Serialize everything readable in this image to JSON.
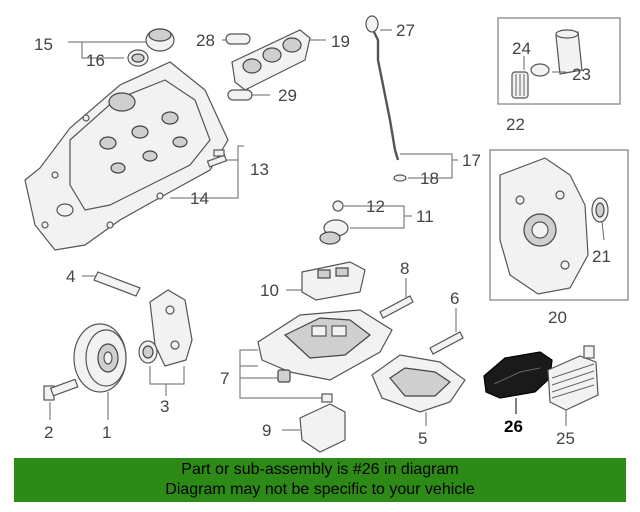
{
  "diagram": {
    "callouts": [
      "15",
      "16",
      "28",
      "27",
      "19",
      "24",
      "23",
      "22",
      "29",
      "13",
      "14",
      "17",
      "18",
      "12",
      "11",
      "21",
      "20",
      "4",
      "10",
      "8",
      "6",
      "7",
      "3",
      "1",
      "2",
      "9",
      "5",
      "26",
      "25"
    ],
    "highlighted_part": "26"
  },
  "banner": {
    "line1": "Part or sub-assembly is #26 in diagram",
    "line2": "Diagram may not be specific to your vehicle",
    "color": "#2d8a16"
  }
}
